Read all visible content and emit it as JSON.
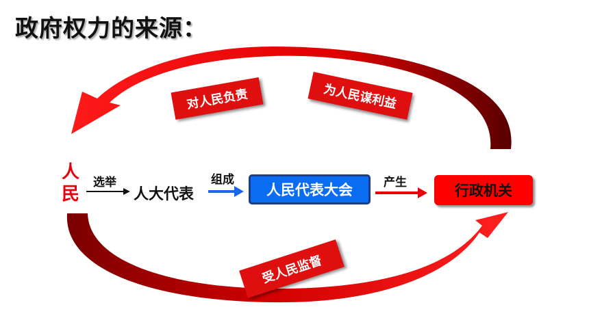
{
  "title": "政府权力的来源：",
  "people": {
    "char1": "人",
    "char2": "民"
  },
  "flow": {
    "elect_label": "选举",
    "deputies": "人大代表",
    "form_label": "组成",
    "congress": "人民代表大会",
    "produce_label": "产生",
    "admin": "行政机关"
  },
  "tags": {
    "responsible": "对人民负责",
    "benefit": "为人民谋利益",
    "supervised": "受人民监督"
  },
  "colors": {
    "red": "#e8000b",
    "blue": "#0a6cf0",
    "admin_box": "#ff0000"
  }
}
